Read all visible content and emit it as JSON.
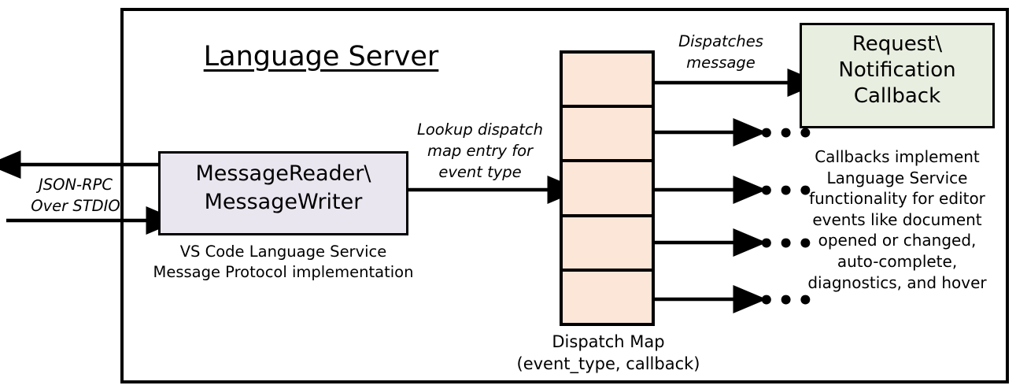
{
  "diagram": {
    "title": "Language Server",
    "container_name": "language-server-boundary"
  },
  "reader": {
    "label": "MessageReader\\\nMessageWriter",
    "caption": "VS Code Language Service\nMessage Protocol implementation",
    "fill_color": "#EAE6F0"
  },
  "edges": {
    "jsonrpc": "JSON-RPC\nOver STDIO",
    "lookup": "Lookup dispatch\nmap entry for\nevent type",
    "dispatches": "Dispatches\nmessage"
  },
  "dispatch_map": {
    "caption": "Dispatch Map\n(event_type, callback)",
    "fill_color": "#FCE6D8",
    "rows": [
      {
        "id": "row-1",
        "has_ellipsis": false
      },
      {
        "id": "row-2",
        "has_ellipsis": true
      },
      {
        "id": "row-3",
        "has_ellipsis": true
      },
      {
        "id": "row-4",
        "has_ellipsis": true
      },
      {
        "id": "row-5",
        "has_ellipsis": true
      }
    ],
    "ellipsis_glyph": "•••"
  },
  "callback": {
    "label": "Request\\\nNotification\nCallback",
    "caption": "Callbacks implement\nLanguage Service\nfunctionality for editor\nevents like document\nopened or changed,\nauto-complete,\ndiagnostics, and hover",
    "fill_color": "#E8EEE0"
  },
  "colors": {
    "stroke": "#000000",
    "background": "#FFFFFF"
  }
}
